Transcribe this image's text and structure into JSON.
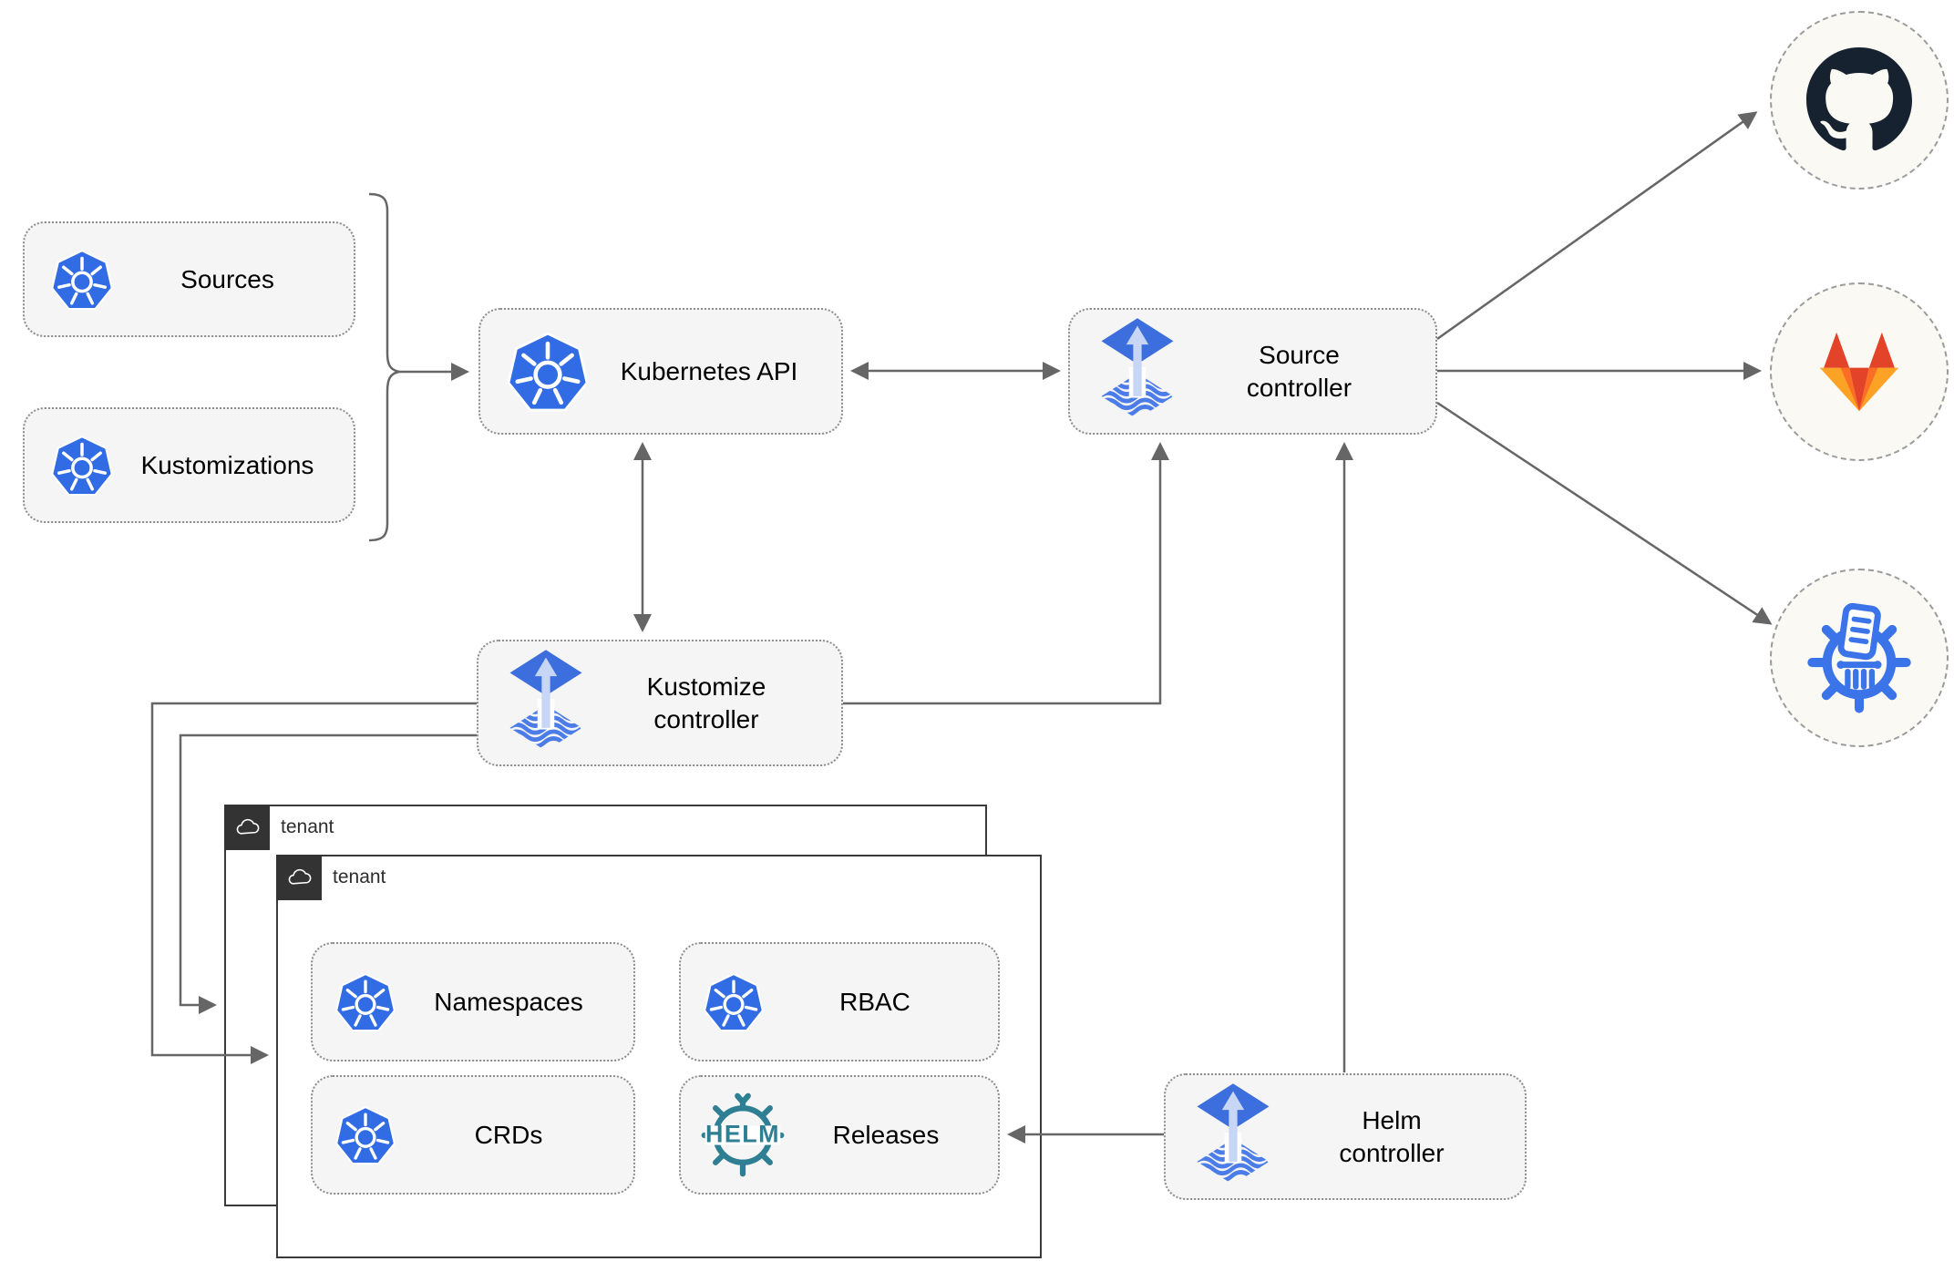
{
  "nodes": {
    "sources": "Sources",
    "kustomizations": "Kustomizations",
    "kubernetes_api": "Kubernetes API",
    "source_controller": "Source\ncontroller",
    "kustomize_controller": "Kustomize\ncontroller",
    "helm_controller": "Helm\ncontroller",
    "namespaces": "Namespaces",
    "rbac": "RBAC",
    "crds": "CRDs",
    "releases": "Releases"
  },
  "groups": {
    "tenant_outer": "tenant",
    "tenant_inner": "tenant"
  },
  "icons": {
    "kubernetes": "kubernetes-logo",
    "flux": "flux-logo",
    "helm": "helm-logo",
    "helm_text": "HELM",
    "github": "github-logo",
    "gitlab": "gitlab-logo",
    "chartmuseum": "chartmuseum-logo",
    "cloud": "cloud"
  },
  "colors": {
    "node_fill": "#f5f5f5",
    "node_border": "#8c8c8c",
    "arrow": "#666666",
    "kubernetes_blue": "#326ce5",
    "flux_blue": "#3d6ede",
    "flux_light": "#c7d6f4",
    "flux_wave": "#4b7ce8",
    "helm_teal": "#2e7f93",
    "github_dark": "#16222f",
    "gitlab_dark_orange": "#e24329",
    "gitlab_mid_orange": "#fc6d26",
    "gitlab_light_orange": "#fca326",
    "chartmuseum_blue": "#3b74e8",
    "tenant_border": "#3a3a3a",
    "tenant_header": "#333333"
  }
}
